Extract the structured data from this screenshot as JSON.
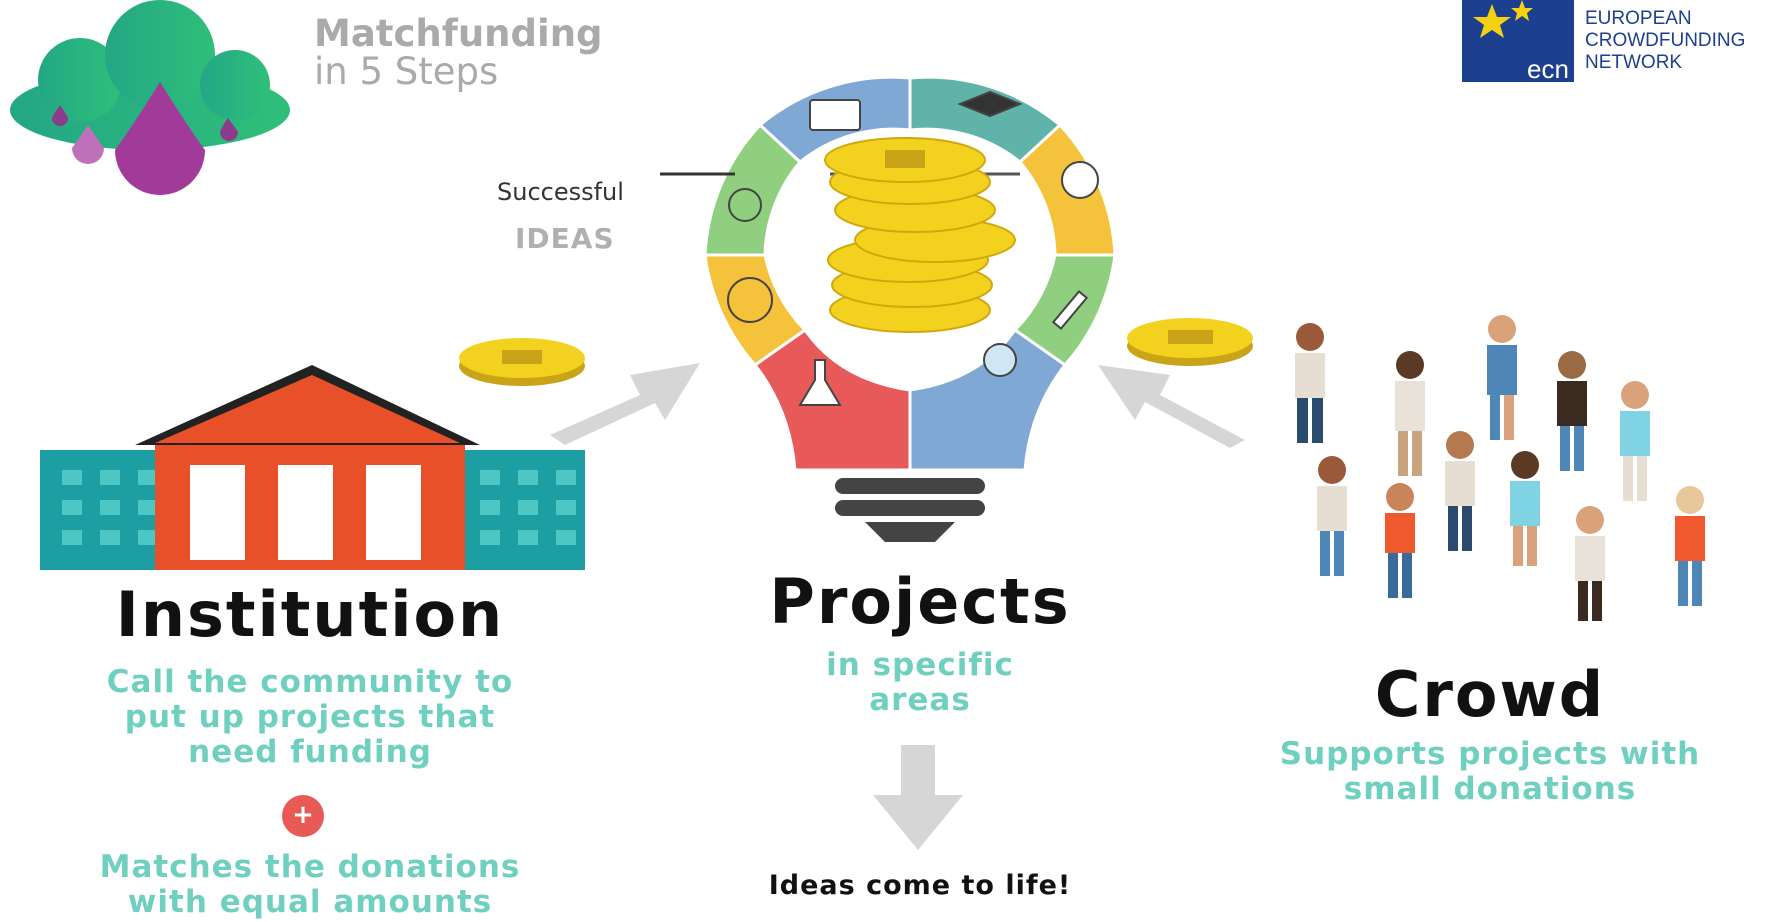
{
  "branding": {
    "title": "Matchfunding",
    "subtitle": "in 5 Steps"
  },
  "ecn": {
    "abbr": "ecn",
    "lines": [
      "EUROPEAN",
      "CROWDFUNDING",
      "NETWORK"
    ]
  },
  "bulb": {
    "label_small": "Successful",
    "label_big": "IDEAS",
    "segment_icons": [
      "book-icon",
      "graduation-cap-icon",
      "lightbulb-icon",
      "pen-icon",
      "globe-icon",
      "flask-icon",
      "atom-icon",
      "magnifier-icon"
    ]
  },
  "institution": {
    "heading": "Institution",
    "text": [
      "Call the community to",
      "put up projects that",
      "need funding"
    ],
    "plus": "+",
    "match_text": [
      "Matches the donations",
      "with equal amounts"
    ]
  },
  "projects": {
    "heading": "Projects",
    "text": [
      "in specific",
      "areas"
    ],
    "result": "Ideas come to life!"
  },
  "crowd": {
    "heading": "Crowd",
    "text": [
      "Supports projects with",
      "small donations"
    ]
  },
  "colors": {
    "teal_text": "#6fd0c0",
    "grey_title": "#a9aaac",
    "coin": "#f2d21f",
    "institution_roof": "#e8502a",
    "institution_wing": "#1d9ea3",
    "ecn_blue": "#1d3f8f"
  }
}
